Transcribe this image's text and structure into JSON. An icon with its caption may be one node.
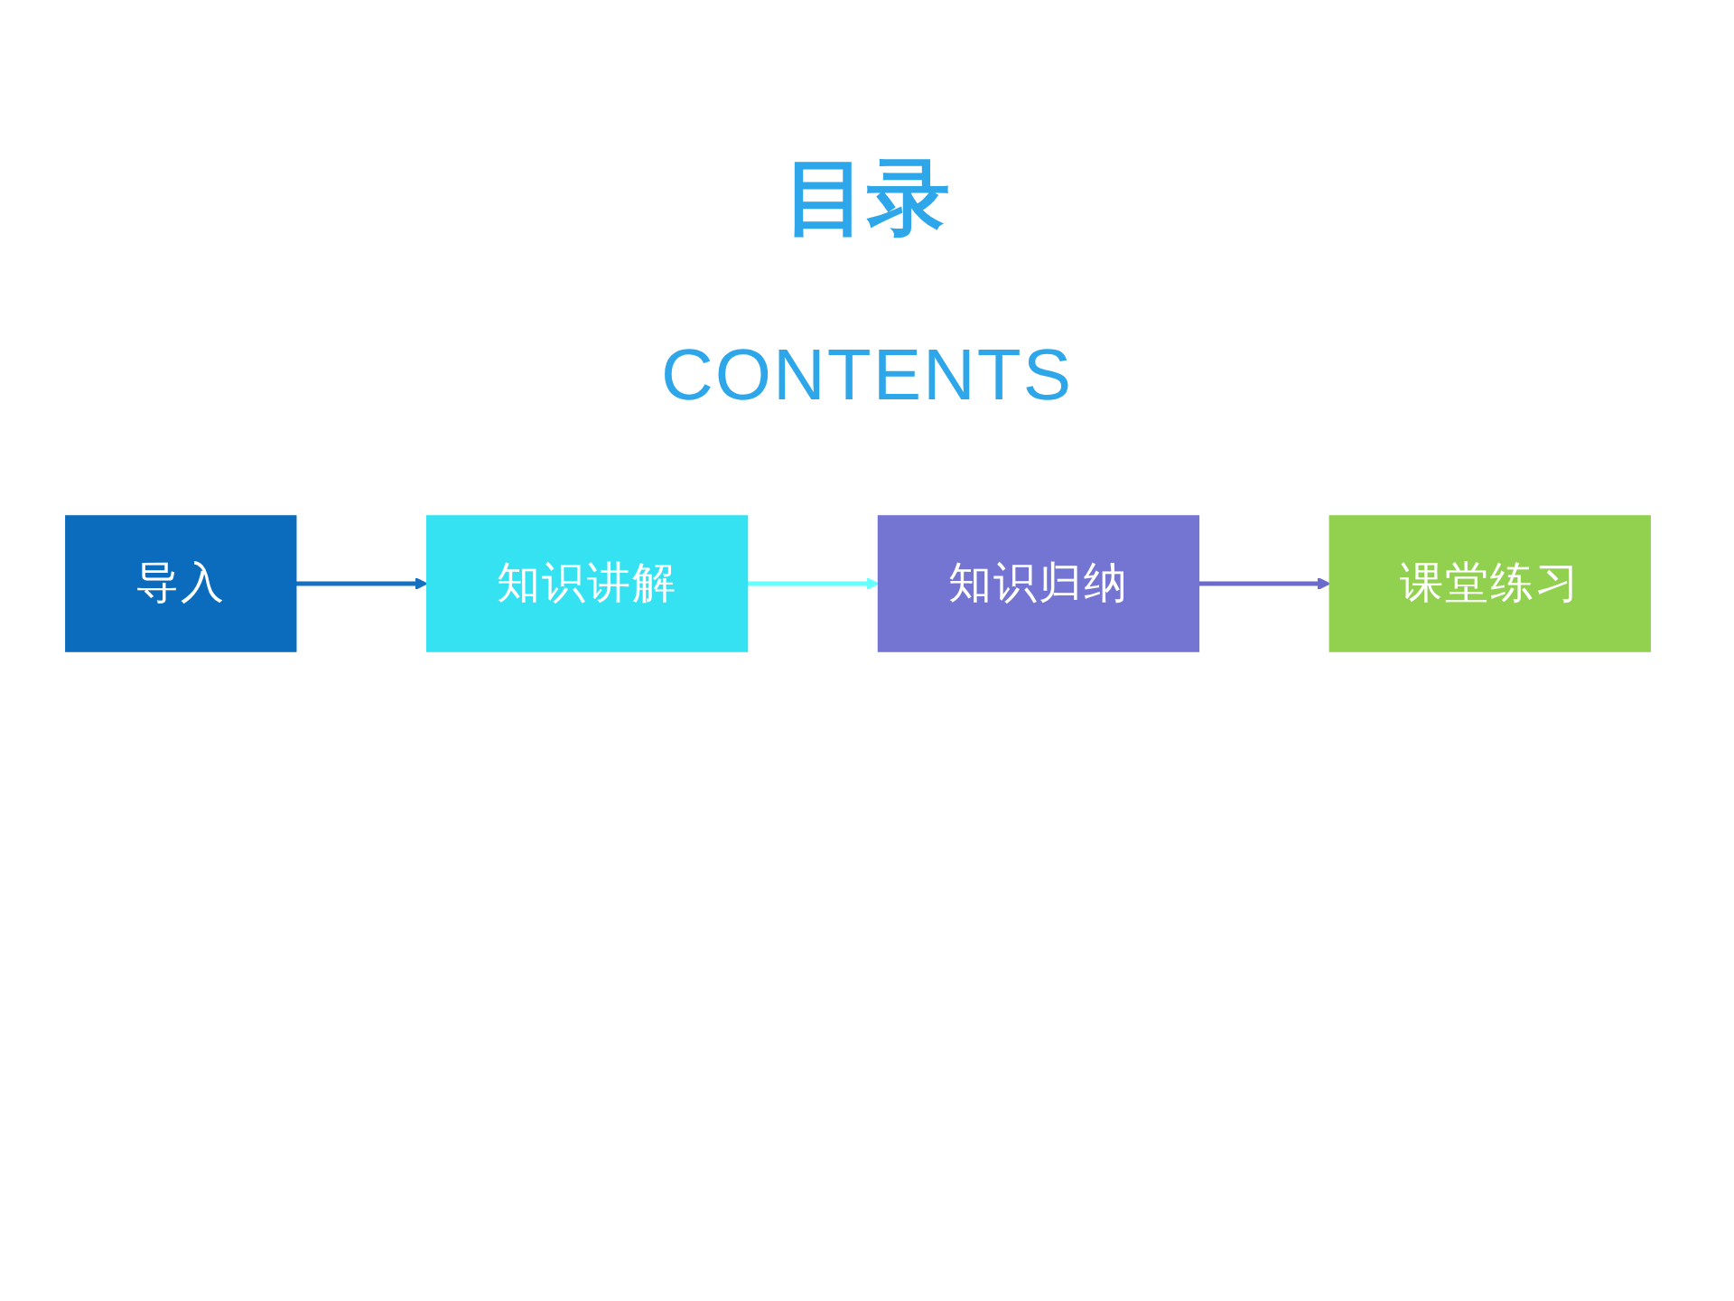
{
  "diagram": {
    "title": "目录",
    "nodes": [
      {
        "text": [
          "导入"
        ]
      },
      {
        "text": [
          "知识讲解"
        ]
      },
      {
        "text": [
          "知识归纳"
        ]
      },
      {
        "text": [
          "课堂练习"
        ]
      }
    ],
    "edges": [
      {
        "from": 0,
        "to": 1,
        "arrow": "to",
        "color": "#1570c0"
      },
      {
        "from": 1,
        "to": 2,
        "arrow": "to",
        "color": "#66ffff"
      },
      {
        "from": 2,
        "to": 3,
        "arrow": "to",
        "color": "#6b6bcc"
      }
    ],
    "labels": [
      "CONTENTS"
    ]
  }
}
